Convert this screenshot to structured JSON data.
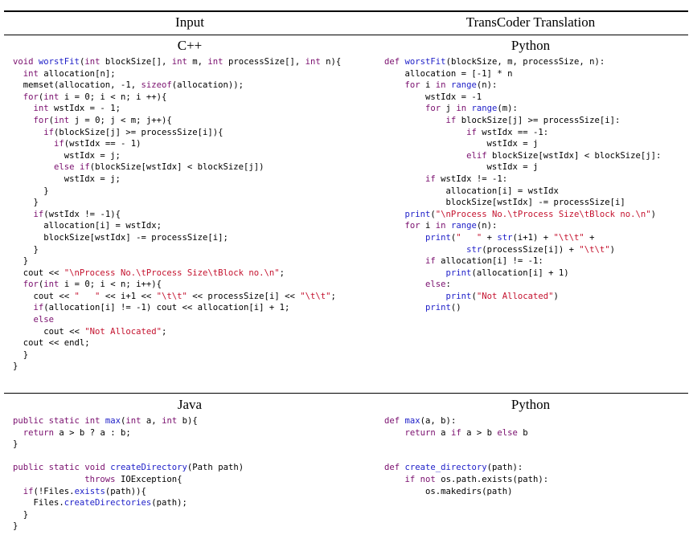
{
  "table": {
    "header_input": "Input",
    "header_translation": "TransCoder Translation",
    "sections": [
      {
        "left_lang": "C++",
        "right_lang": "Python",
        "left_code": [
          "void worstFit(int blockSize[], int m, int processSize[], int n){",
          "  int allocation[n];",
          "  memset(allocation, -1, sizeof(allocation));",
          "  for(int i = 0; i < n; i ++){",
          "    int wstIdx = - 1;",
          "    for(int j = 0; j < m; j++){",
          "      if(blockSize[j] >= processSize[i]){",
          "        if(wstIdx == - 1)",
          "          wstIdx = j;",
          "        else if(blockSize[wstIdx] < blockSize[j])",
          "          wstIdx = j;",
          "      }",
          "    }",
          "    if(wstIdx != -1){",
          "      allocation[i] = wstIdx;",
          "      blockSize[wstIdx] -= processSize[i];",
          "    }",
          "  }",
          "  cout << \"\\nProcess No.\\tProcess Size\\tBlock no.\\n\";",
          "  for(int i = 0; i < n; i++){",
          "    cout << \"   \" << i+1 << \"\\t\\t\" << processSize[i] << \"\\t\\t\";",
          "    if(allocation[i] != -1) cout << allocation[i] + 1;",
          "    else",
          "      cout << \"Not Allocated\";",
          "  cout << endl;",
          "  }",
          "}"
        ],
        "right_code": [
          "def worstFit(blockSize, m, processSize, n):",
          "    allocation = [-1] * n",
          "    for i in range(n):",
          "        wstIdx = -1",
          "        for j in range(m):",
          "            if blockSize[j] >= processSize[i]:",
          "                if wstIdx == -1:",
          "                    wstIdx = j",
          "                elif blockSize[wstIdx] < blockSize[j]:",
          "                    wstIdx = j",
          "        if wstIdx != -1:",
          "            allocation[i] = wstIdx",
          "            blockSize[wstIdx] -= processSize[i]",
          "    print(\"\\nProcess No.\\tProcess Size\\tBlock no.\\n\")",
          "    for i in range(n):",
          "        print(\"   \" + str(i+1) + \"\\t\\t\" +",
          "                str(processSize[i]) + \"\\t\\t\")",
          "        if allocation[i] != -1:",
          "            print(allocation[i] + 1)",
          "        else:",
          "            print(\"Not Allocated\")",
          "        print()"
        ]
      },
      {
        "left_lang": "Java",
        "right_lang": "Python",
        "left_code": [
          "public static int max(int a, int b){",
          "  return a > b ? a : b;",
          "}",
          "",
          "public static void createDirectory(Path path)",
          "              throws IOException{",
          "  if(!Files.exists(path)){",
          "    Files.createDirectories(path);",
          "  }",
          "}"
        ],
        "right_code": [
          "def max(a, b):",
          "    return a if a > b else b",
          "",
          "",
          "def create_directory(path):",
          "    if not os.path.exists(path):",
          "        os.makedirs(path)"
        ]
      }
    ]
  }
}
